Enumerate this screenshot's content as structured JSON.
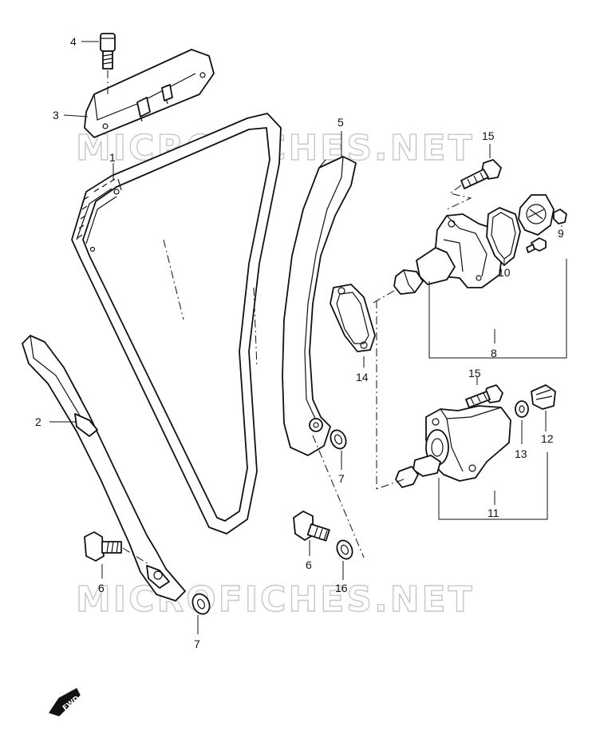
{
  "watermark": "MICROFICHES.NET",
  "direction_marker": "FWD",
  "callouts": {
    "c1": "1",
    "c2": "2",
    "c3": "3",
    "c4": "4",
    "c5": "5",
    "c6a": "6",
    "c6b": "6",
    "c7a": "7",
    "c7b": "7",
    "c8": "8",
    "c9": "9",
    "c10": "10",
    "c11": "11",
    "c12": "12",
    "c13": "13",
    "c14": "14",
    "c15a": "15",
    "c15b": "15",
    "c16": "16"
  }
}
